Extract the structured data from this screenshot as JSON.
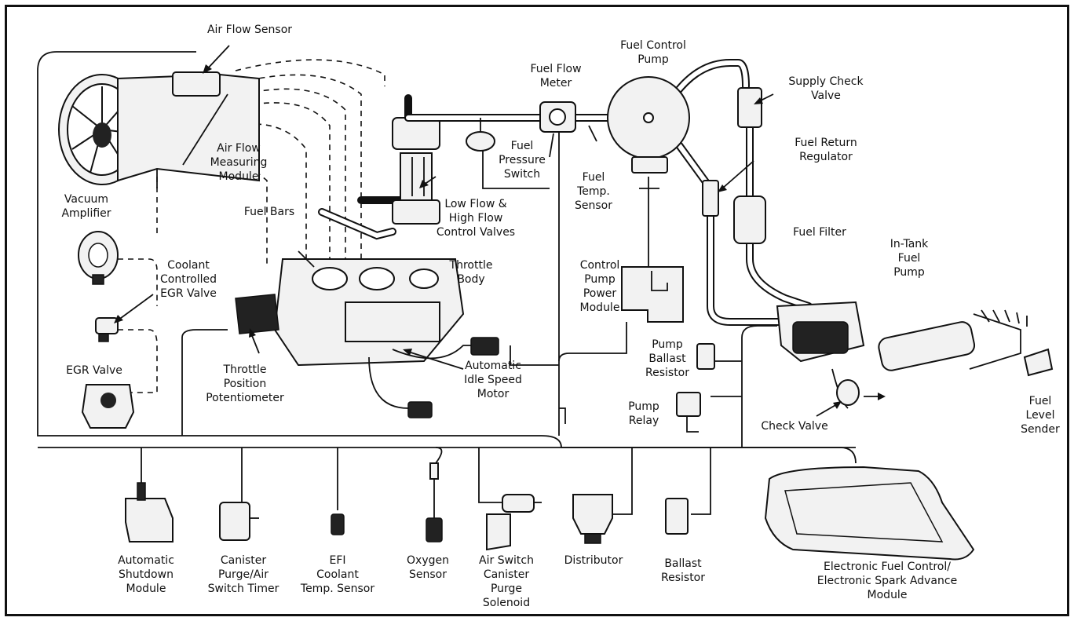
{
  "labels": {
    "air_flow_sensor": [
      "Air Flow Sensor"
    ],
    "air_flow_measuring_module": [
      "Air Flow",
      "Measuring",
      "Module"
    ],
    "vacuum_amplifier": [
      "Vacuum",
      "Amplifier"
    ],
    "fuel_bars": [
      "Fuel Bars"
    ],
    "fuel_flow_meter": [
      "Fuel Flow",
      "Meter"
    ],
    "fuel_control_pump": [
      "Fuel Control",
      "Pump"
    ],
    "supply_check_valve": [
      "Supply Check",
      "Valve"
    ],
    "fuel_pressure_switch": [
      "Fuel",
      "Pressure",
      "Switch"
    ],
    "fuel_temp_sensor": [
      "Fuel",
      "Temp.",
      "Sensor"
    ],
    "fuel_return_regulator": [
      "Fuel Return",
      "Regulator"
    ],
    "low_high_flow_control_valves": [
      "Low Flow &",
      "High Flow",
      "Control Valves"
    ],
    "fuel_filter": [
      "Fuel Filter"
    ],
    "in_tank_fuel_pump": [
      "In-Tank",
      "Fuel",
      "Pump"
    ],
    "coolant_controlled_egr_valve": [
      "Coolant",
      "Controlled",
      "EGR Valve"
    ],
    "throttle_body": [
      "Throttle",
      "Body"
    ],
    "control_pump_power_module": [
      "Control",
      "Pump",
      "Power",
      "Module"
    ],
    "egr_valve": [
      "EGR Valve"
    ],
    "throttle_position_potentiometer": [
      "Throttle",
      "Position",
      "Potentiometer"
    ],
    "automatic_idle_speed_motor": [
      "Automatic",
      "Idle Speed",
      "Motor"
    ],
    "pump_ballast_resistor": [
      "Pump",
      "Ballast",
      "Resistor"
    ],
    "pump_relay": [
      "Pump",
      "Relay"
    ],
    "check_valve": [
      "Check Valve"
    ],
    "fuel_level_sender": [
      "Fuel",
      "Level",
      "Sender"
    ],
    "automatic_shutdown_module": [
      "Automatic",
      "Shutdown",
      "Module"
    ],
    "canister_purge_air_switch_timer": [
      "Canister",
      "Purge/Air",
      "Switch Timer"
    ],
    "efi_coolant_temp_sensor": [
      "EFI",
      "Coolant",
      "Temp. Sensor"
    ],
    "oxygen_sensor": [
      "Oxygen",
      "Sensor"
    ],
    "air_switch_canister_purge_solenoid": [
      "Air Switch",
      "Canister",
      "Purge",
      "Solenoid"
    ],
    "distributor": [
      "Distributor"
    ],
    "ballast_resistor": [
      "Ballast",
      "Resistor"
    ],
    "electronic_fuel_control_module": [
      "Electronic Fuel Control/",
      "Electronic Spark Advance",
      "Module"
    ]
  }
}
